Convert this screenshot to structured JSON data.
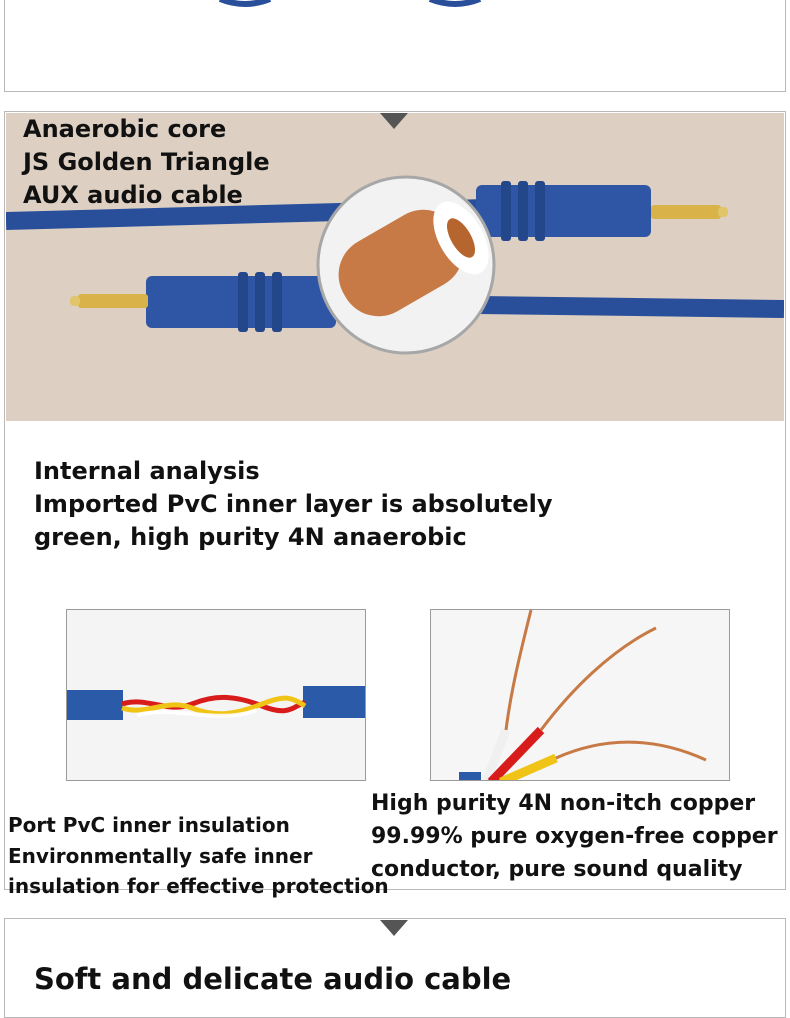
{
  "hero": {
    "lines": [
      "Anaerobic core",
      "JS Golden Triangle",
      "AUX audio cable"
    ]
  },
  "analysis": {
    "lines": [
      "Internal analysis",
      "Imported PvC inner layer is absolutely",
      "green, high purity 4N anaerobic"
    ]
  },
  "left_caption": {
    "lines": [
      "Port PvC inner insulation",
      "Environmentally safe inner",
      "insulation for effective protection"
    ]
  },
  "right_caption": {
    "lines": [
      "High purity 4N non-itch copper",
      "99.99% pure oxygen-free copper",
      "conductor, pure sound quality"
    ]
  },
  "bottom": {
    "heading": "Soft and delicate audio cable"
  },
  "colors": {
    "cable_blue": "#2a4f9a",
    "copper": "#c77a45",
    "hero_background": "#ddd0c2"
  }
}
